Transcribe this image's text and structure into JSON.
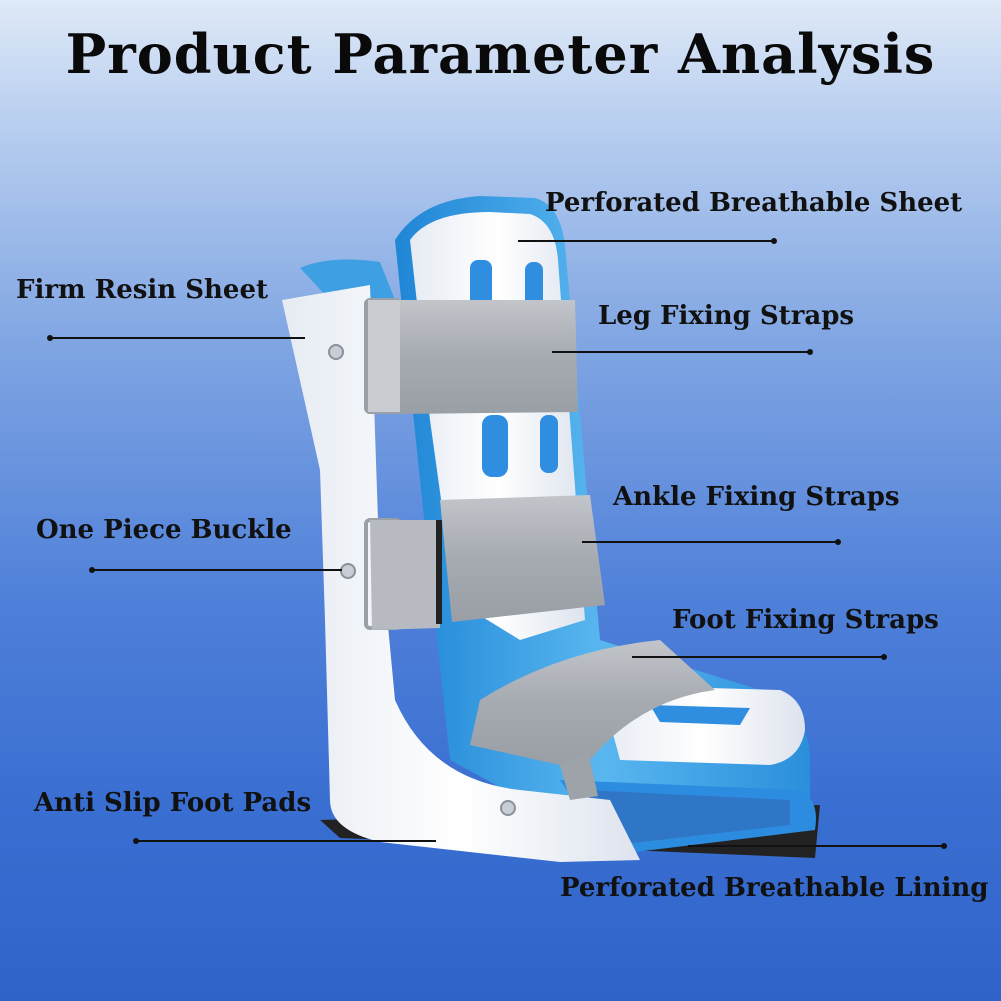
{
  "title": "Product Parameter Analysis",
  "labels": {
    "perforated_sheet": "Perforated Breathable Sheet",
    "resin_sheet": "Firm Resin Sheet",
    "leg_straps": "Leg Fixing Straps",
    "ankle_straps": "Ankle Fixing Straps",
    "buckle": "One Piece Buckle",
    "foot_straps": "Foot Fixing Straps",
    "foot_pads": "Anti Slip Foot Pads",
    "lining": "Perforated Breathable Lining"
  },
  "colors": {
    "shell": "#f4f6fa",
    "liner": "#3ea0e6",
    "strap": "#a9adb4",
    "text": "#111111"
  }
}
